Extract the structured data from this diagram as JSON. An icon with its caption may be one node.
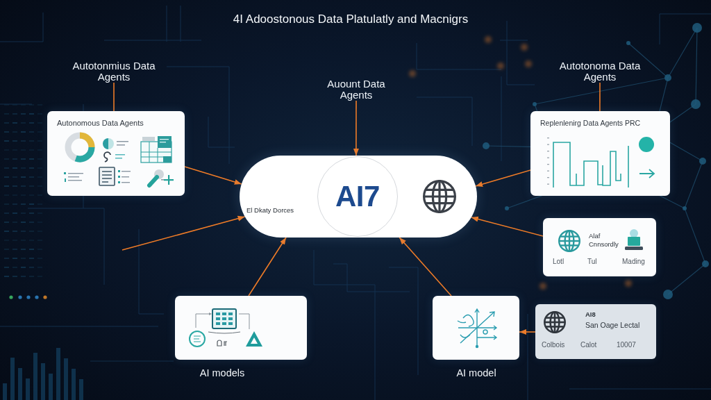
{
  "diagram": {
    "title": "4I Adoostonous Data Platulatly and Macnigrs",
    "nodes": [
      {
        "text": [
          "Autotonmius Data Agents"
        ]
      },
      {
        "text": [
          "Autotonoma Data Agents"
        ]
      },
      {
        "text": [
          "Auount Data Agents"
        ]
      },
      {
        "text": [
          "Autonomous Data Agents"
        ]
      },
      {
        "text": [
          "Replenlenirg Data Agents PRC"
        ]
      },
      {
        "text": [
          "El Dkaty Dorces"
        ]
      },
      {
        "text": [
          "AI7"
        ],
        "in": 5
      },
      {
        "text": [
          "Alaf Cnnsordly",
          "Lotl",
          "Tul",
          "Mading"
        ]
      },
      {
        "text": [],
        "shape": "box",
        "beside": [
          "AI models"
        ]
      },
      {
        "text": [],
        "shape": "box",
        "beside": [
          "AI model"
        ]
      },
      {
        "text": [
          "AI8",
          "San Oage Lectal",
          "Colbois",
          "Calot",
          "10007"
        ]
      }
    ],
    "edges": [
      {
        "from": 0,
        "to": 3,
        "arrow": "none"
      },
      {
        "from": 1,
        "to": 4,
        "arrow": "none"
      },
      {
        "from": 2,
        "to": 5,
        "arrow": "to"
      },
      {
        "from": 3,
        "to": 5,
        "arrow": "to"
      },
      {
        "from": null,
        "to": 5,
        "arrow": "to"
      },
      {
        "from": 4,
        "to": 5,
        "arrow": "to"
      },
      {
        "from": 7,
        "to": 5,
        "arrow": "to"
      },
      {
        "from": 8,
        "to": 5,
        "arrow": "to"
      },
      {
        "from": 9,
        "to": 5,
        "arrow": "to"
      },
      {
        "from": 10,
        "to": 9,
        "arrow": "to"
      }
    ]
  }
}
